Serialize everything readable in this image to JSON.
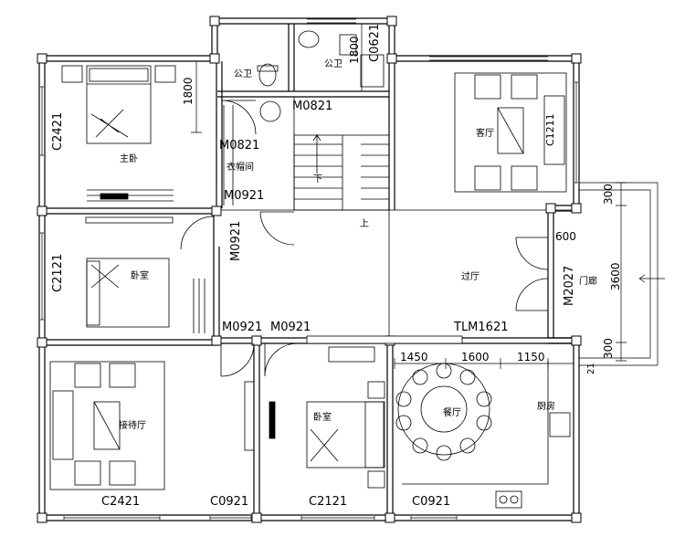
{
  "rooms": {
    "master_bedroom": "主卧",
    "cloakroom": "衣帽间",
    "public_bath_left": "公卫",
    "public_bath_right": "公卫",
    "living_room": "客厅",
    "bedroom_left": "卧室",
    "hall": "过厅",
    "porch": "门廊",
    "reception": "接待厅",
    "bedroom_bottom": "卧室",
    "dining": "餐厅",
    "kitchen": "厨房"
  },
  "stairs": {
    "down": "下",
    "up": "上"
  },
  "codes": {
    "c2421_top": "C2421",
    "c2121_left": "C2121",
    "c2421_bottom": "C2421",
    "c0921": "C0921",
    "c2121_bottom": "C2121",
    "c0921_right": "C0921",
    "c0621": "C0621",
    "m0821_top": "M0821",
    "m0821_mid": "M0821",
    "m0921_closet": "M0921",
    "m0921_vertical": "M0921",
    "m0921_a": "M0921",
    "m0921_b": "M0921",
    "tlm1621": "TLM1621",
    "m2027": "M2027",
    "sofa_side": "C1211"
  },
  "dimensions": {
    "d1800_bed": "1800",
    "d1800_bath": "1800",
    "d1450": "1450",
    "d1600": "1600",
    "d1150": "1150",
    "d3600": "3600",
    "d300_top": "300",
    "d300_bottom": "300",
    "d600": "600",
    "d21": "21"
  }
}
